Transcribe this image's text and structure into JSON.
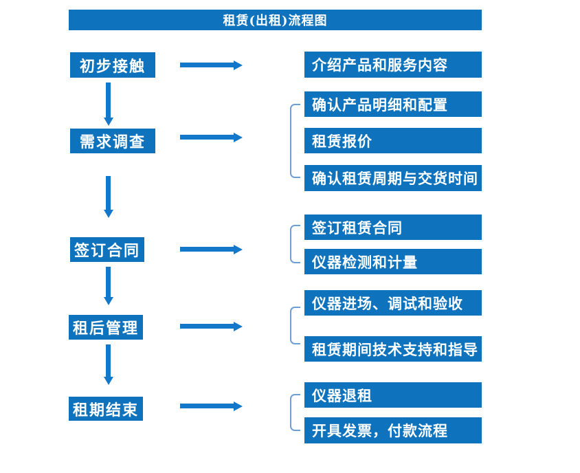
{
  "title": "租赁(出租)流程图",
  "colors": {
    "box_fill": "#0e72bc",
    "arrow": "#1478ca",
    "bracket": "#6d9ed6",
    "text": "#ffffff",
    "background": "#ffffff"
  },
  "steps": [
    {
      "label": "初步接触",
      "details": [
        "介绍产品和服务内容"
      ]
    },
    {
      "label": "需求调查",
      "details": [
        "确认产品明细和配置",
        "租赁报价",
        "确认租赁周期与交货时间"
      ]
    },
    {
      "label": "签订合同",
      "details": [
        "签订租赁合同",
        "仪器检测和计量"
      ]
    },
    {
      "label": "租后管理",
      "details": [
        "仪器进场、调试和验收",
        "租赁期间技术支持和指导"
      ]
    },
    {
      "label": "租期结束",
      "details": [
        "仪器退租",
        "开具发票，付款流程"
      ]
    }
  ]
}
